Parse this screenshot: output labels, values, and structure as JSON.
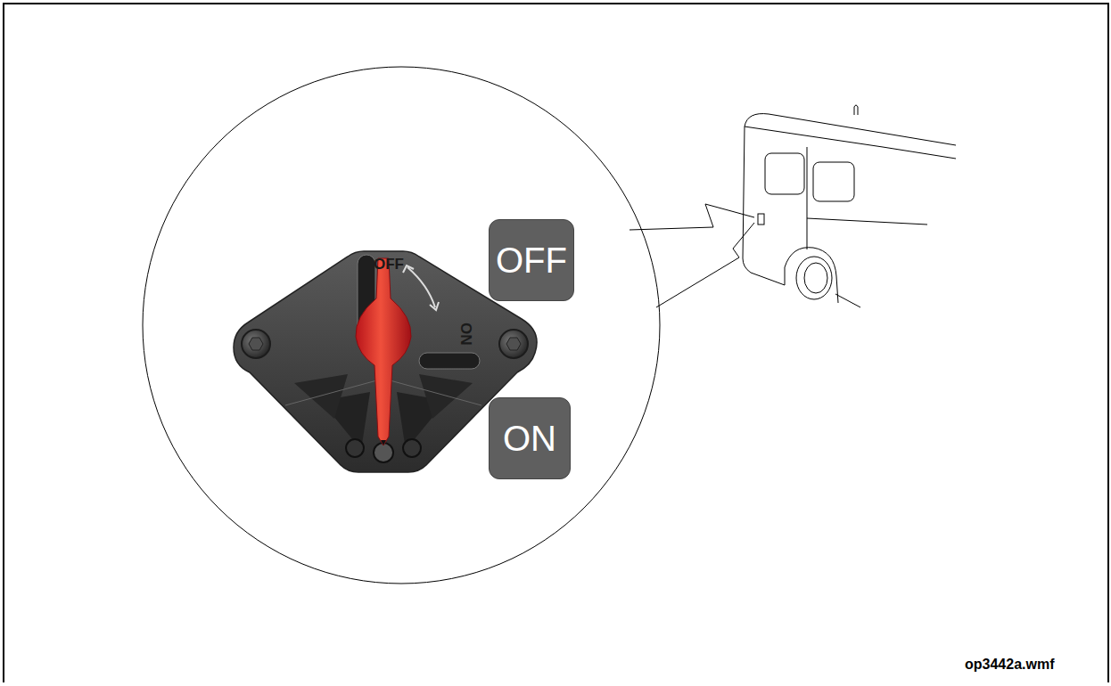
{
  "diagram": {
    "nodes": [
      {
        "text": [
          "OFF"
        ]
      },
      {
        "text": [
          "ON"
        ]
      }
    ],
    "labels": [
      "OFF",
      "ON",
      "op3442a.wmf"
    ]
  }
}
